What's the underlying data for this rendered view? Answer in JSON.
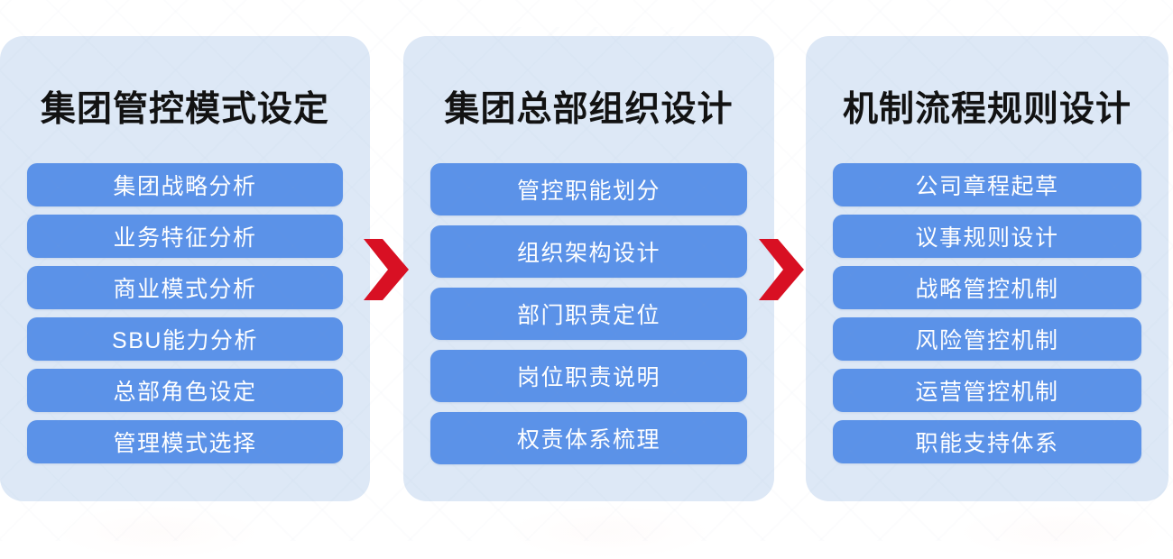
{
  "diagram": {
    "type": "three-stage process flow",
    "background_color": "#ffffff",
    "panel_color": "#dde8f6",
    "pill_color": "#5b92e8",
    "pill_text_color": "#ffffff",
    "title_color": "#121212",
    "arrow_color": "#d81023",
    "columns": [
      {
        "title": "集团管控模式设定",
        "items": [
          "集团战略分析",
          "业务特征分析",
          "商业模式分析",
          "SBU能力分析",
          "总部角色设定",
          "管理模式选择"
        ]
      },
      {
        "title": "集团总部组织设计",
        "items": [
          "管控职能划分",
          "组织架构设计",
          "部门职责定位",
          "岗位职责说明",
          "权责体系梳理"
        ]
      },
      {
        "title": "机制流程规则设计",
        "items": [
          "公司章程起草",
          "议事规则设计",
          "战略管控机制",
          "风险管控机制",
          "运营管控机制",
          "职能支持体系"
        ]
      }
    ],
    "connectors": [
      {
        "name": "chevron-arrow-1",
        "direction": "right",
        "between": "集团管控模式设定 → 集团总部组织设计"
      },
      {
        "name": "chevron-arrow-2",
        "direction": "right",
        "between": "集团总部组织设计 → 机制流程规则设计"
      }
    ]
  }
}
